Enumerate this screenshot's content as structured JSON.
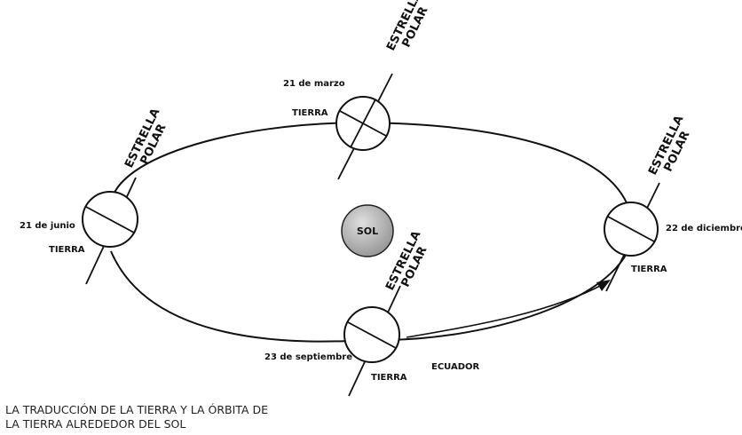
{
  "sun": {
    "label": "SOL"
  },
  "positions": [
    {
      "id": "march",
      "date": "21 de marzo",
      "planet": "TIERRA",
      "star_line1": "ESTRELLA",
      "star_line2": "POLAR"
    },
    {
      "id": "june",
      "date": "21 de junio",
      "planet": "TIERRA",
      "star_line1": "ESTRELLA",
      "star_line2": "POLAR"
    },
    {
      "id": "december",
      "date": "22 de diciembre",
      "planet": "TIERRA",
      "star_line1": "ESTRELLA",
      "star_line2": "POLAR"
    },
    {
      "id": "september",
      "date": "23 de septiembre",
      "planet": "TIERRA",
      "star_line1": "ESTRELLA",
      "star_line2": "POLAR"
    }
  ],
  "equator_label": "ECUADOR",
  "caption": {
    "line1": "LA TRADUCCIÓN DE LA TIERRA Y LA ÓRBITA DE",
    "line2": "LA TIERRA ALREDEDOR DEL SOL"
  }
}
